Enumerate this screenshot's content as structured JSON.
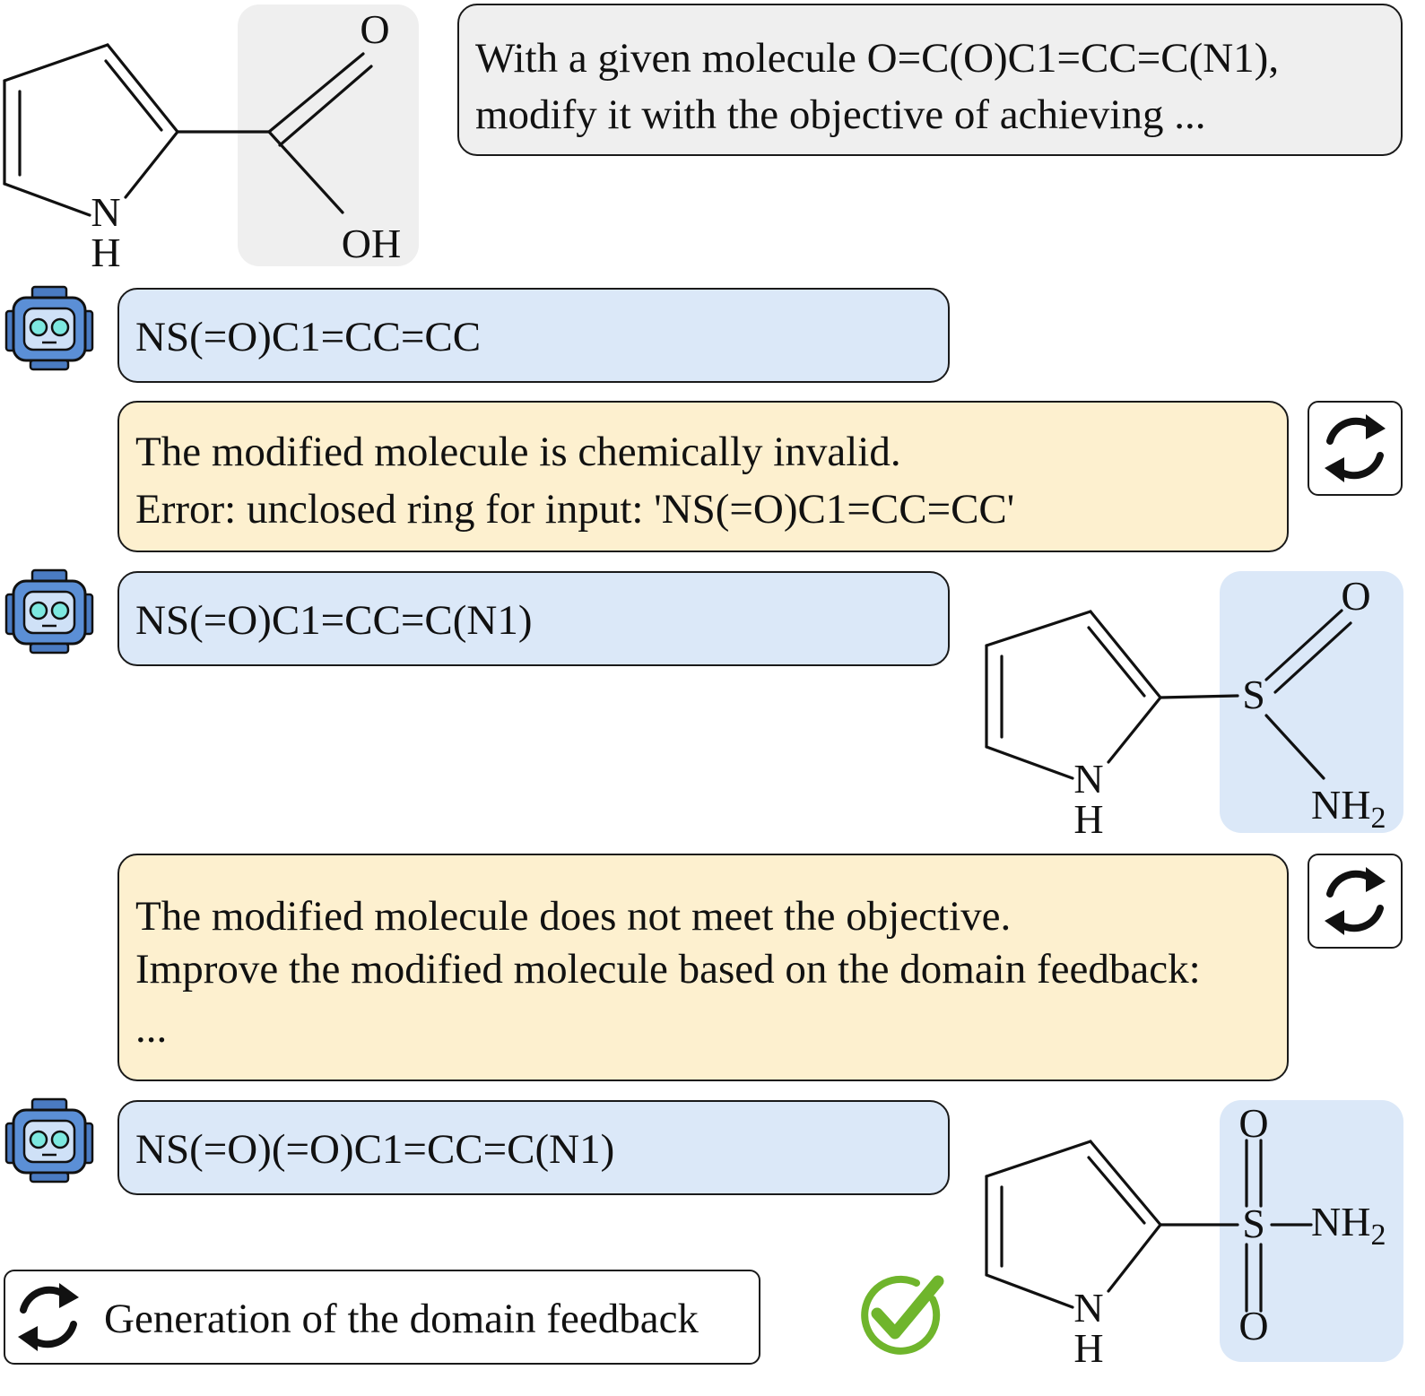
{
  "prompt": {
    "line1": "With a given molecule O=C(O)C1=CC=C(N1),",
    "line2": "modify it with the objective of achieving ..."
  },
  "molecule1": {
    "top_atom": "O",
    "oh_label": "OH",
    "n_label": "N",
    "h_label": "H"
  },
  "response1": {
    "text": "NS(=O)C1=CC=CC"
  },
  "feedback1": {
    "line1": "The modified molecule is chemically invalid.",
    "line2": "Error: unclosed ring for input: 'NS(=O)C1=CC=CC'"
  },
  "response2": {
    "text": "NS(=O)C1=CC=C(N1)"
  },
  "molecule2": {
    "o_label": "O",
    "s_label": "S",
    "nh_label": "NH",
    "sub2": "2",
    "n_label": "N",
    "h_label": "H"
  },
  "feedback2": {
    "line1": "The modified molecule does not meet the objective.",
    "line2": "Improve the modified molecule based on the domain feedback:",
    "line3": "..."
  },
  "response3": {
    "text": "NS(=O)(=O)C1=CC=C(N1)"
  },
  "molecule3": {
    "o_top": "O",
    "o_bottom": "O",
    "s_label": "S",
    "nh_label": "NH",
    "sub2": "2",
    "n_label": "N",
    "h_label": "H"
  },
  "legend": {
    "label": "Generation of the domain feedback"
  },
  "icons": {
    "robot": "robot-icon",
    "cycle": "cycle-arrows-icon",
    "check": "check-circle-icon"
  },
  "colors": {
    "gray_box": "#efefef",
    "blue_box": "#dbe8f8",
    "yellow_box": "#fdf0cf",
    "robot_blue": "#5b8fd6",
    "robot_eye": "#7de8e0",
    "check_green": "#6fb52c"
  }
}
